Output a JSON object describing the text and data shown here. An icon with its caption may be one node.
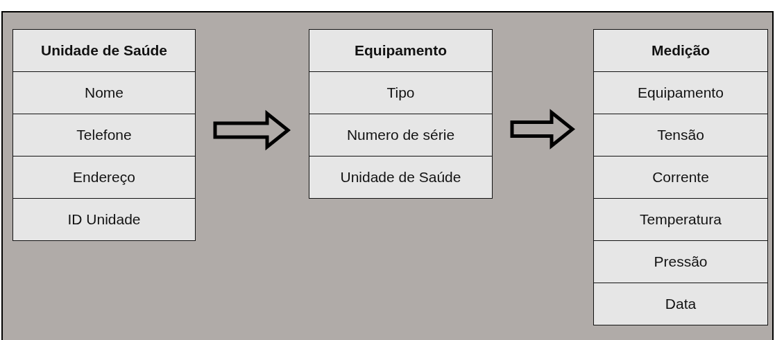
{
  "diagram": {
    "nodes": [
      {
        "text": [
          "Unidade de Saúde"
        ]
      },
      {
        "text": [
          "Nome"
        ],
        "in": 0
      },
      {
        "text": [
          "Telefone"
        ],
        "in": 0
      },
      {
        "text": [
          "Endereço"
        ],
        "in": 0
      },
      {
        "text": [
          "ID Unidade"
        ],
        "in": 0
      },
      {
        "text": [
          "Equipamento"
        ]
      },
      {
        "text": [
          "Tipo"
        ],
        "in": 5
      },
      {
        "text": [
          "Numero de série"
        ],
        "in": 5
      },
      {
        "text": [
          "Unidade de Saúde"
        ],
        "in": 5
      },
      {
        "text": [
          "Medição"
        ]
      },
      {
        "text": [
          "Equipamento"
        ],
        "in": 9
      },
      {
        "text": [
          "Tensão"
        ],
        "in": 9
      },
      {
        "text": [
          "Corrente"
        ],
        "in": 9
      },
      {
        "text": [
          "Temperatura"
        ],
        "in": 9
      },
      {
        "text": [
          "Pressão"
        ],
        "in": 9
      },
      {
        "text": [
          "Data"
        ],
        "in": 9
      }
    ],
    "edges": [
      {
        "from": 0,
        "to": 5,
        "arrow": "to",
        "style": "thick"
      },
      {
        "from": 5,
        "to": 9,
        "arrow": "to",
        "style": "thick"
      }
    ]
  }
}
